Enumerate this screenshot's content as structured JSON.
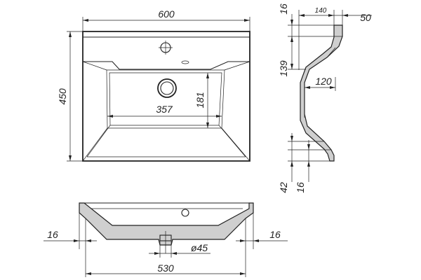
{
  "palette": {
    "ink": "#222222",
    "hatch": "#cfcfcf",
    "background": "#ffffff"
  },
  "dimensions": {
    "top_width": "600",
    "top_depth": "450",
    "bowl_width": "357",
    "bowl_depth": "181",
    "side_top_depth": "140",
    "side_rim": "50",
    "side_rim_thickness": "16",
    "side_bowl_height": "139",
    "side_bowl_depth": "120",
    "side_drain_height": "42",
    "side_base_thickness": "16",
    "front_left_offset": "16",
    "front_right_offset": "16",
    "front_drain_diameter": "ø45",
    "front_base_width": "530"
  }
}
